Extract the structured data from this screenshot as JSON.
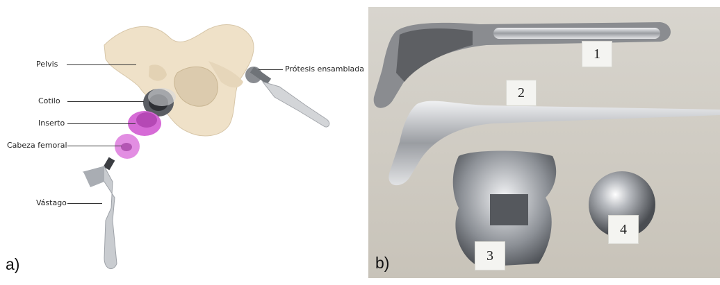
{
  "panel_a": {
    "letter": "a)",
    "labels": {
      "pelvis": "Pelvis",
      "cotilo": "Cotilo",
      "inserto": "Inserto",
      "cabeza": "Cabeza femoral",
      "vastago": "Vástago",
      "protesis": "Prótesis ensamblada"
    }
  },
  "panel_b": {
    "letter": "b)",
    "tags": [
      "1",
      "2",
      "3",
      "4"
    ]
  },
  "colors": {
    "bone": "#efe1c8",
    "insert_pink": "#e07fe0",
    "metal": "#b9bcc0",
    "photo_bg": "#cdc9c0"
  }
}
